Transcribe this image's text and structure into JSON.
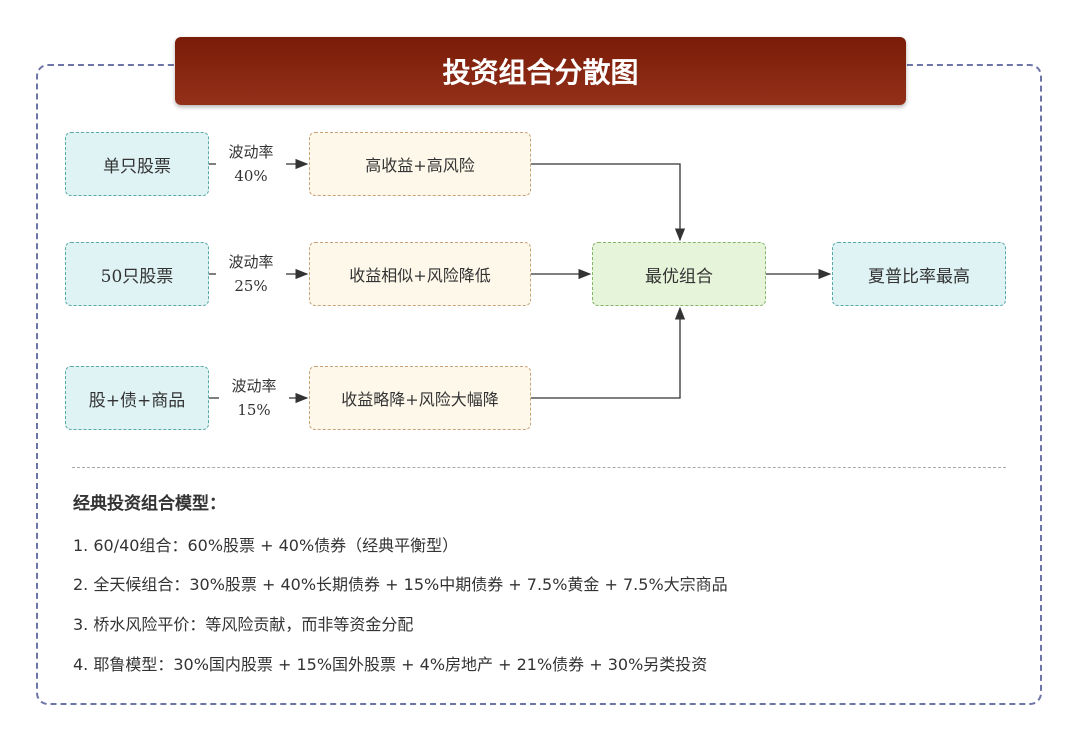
{
  "title": "投资组合分散图",
  "rows": [
    {
      "source": "单只股票",
      "edge_label": "波动率",
      "volatility": "40%",
      "result": "高收益+高风险"
    },
    {
      "source": "50只股票",
      "edge_label": "波动率",
      "volatility": "25%",
      "result": "收益相似+风险降低"
    },
    {
      "source": "股+债+商品",
      "edge_label": "波动率",
      "volatility": "15%",
      "result": "收益略降+风险大幅降"
    }
  ],
  "optimal": "最优组合",
  "final": "夏普比率最高",
  "models": {
    "heading": "经典投资组合模型：",
    "items": [
      "1. 60/40组合：60%股票 + 40%债券（经典平衡型）",
      "2. 全天候组合：30%股票 + 40%长期债券 + 15%中期债券 + 7.5%黄金 + 7.5%大宗商品",
      "3. 桥水风险平价：等风险贡献，而非等资金分配",
      "4. 耶鲁模型：30%国内股票 + 15%国外股票 + 4%房地产 + 21%债券 + 30%另类投资"
    ]
  },
  "colors": {
    "title_bg": "#7a1c08",
    "teal": "#dff3f4",
    "cream": "#fdf8ea",
    "green": "#e6f4da"
  }
}
